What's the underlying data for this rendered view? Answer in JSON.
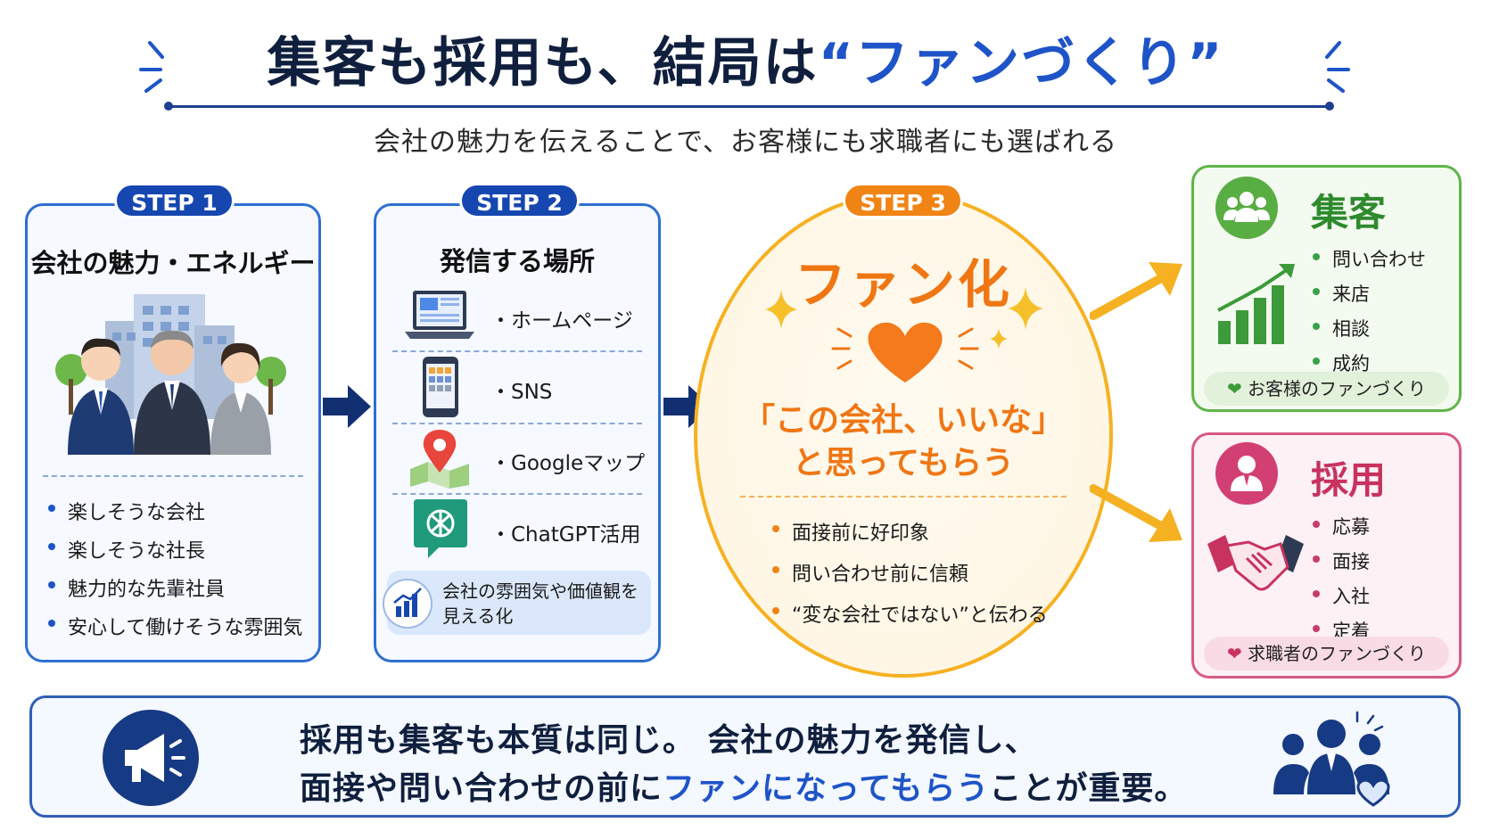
{
  "header": {
    "title_main": "集客も採用も、結局は",
    "title_accent": "“ファンづくり”",
    "subtitle": "会社の魅力を伝えることで、お客様にも求職者にも選ばれる"
  },
  "step1": {
    "badge": "STEP 1",
    "title": "会社の魅力・エネルギー",
    "bullets": [
      "楽しそうな会社",
      "楽しそうな社長",
      "魅力的な先輩社員",
      "安心して働けそうな雰囲気"
    ]
  },
  "step2": {
    "badge": "STEP 2",
    "title": "発信する場所",
    "sources": [
      {
        "label": "・ホームページ",
        "icon": "laptop-icon"
      },
      {
        "label": "・SNS",
        "icon": "smartphone-icon"
      },
      {
        "label": "・Googleマップ",
        "icon": "map-pin-icon"
      },
      {
        "label": "・ChatGPT活用",
        "icon": "chatgpt-icon"
      }
    ],
    "note_line1": "会社の雰囲気や価値観を",
    "note_line2": "見える化"
  },
  "step3": {
    "badge": "STEP 3",
    "title": "ファン化",
    "quote_line1": "「この会社、いいな」",
    "quote_line2": "と思ってもらう",
    "bullets": [
      "面接前に好印象",
      "問い合わせ前に信頼",
      "“変な会社ではない”と伝わる"
    ]
  },
  "result_customers": {
    "title": "集客",
    "bullets": [
      "問い合わせ",
      "来店",
      "相談",
      "成約"
    ],
    "tag": "お客様のファンづくり"
  },
  "result_hiring": {
    "title": "採用",
    "bullets": [
      "応募",
      "面接",
      "入社",
      "定着"
    ],
    "tag": "求職者のファンづくり"
  },
  "bottom": {
    "line1": "採用も集客も本質は同じ。 会社の魅力を発信し、",
    "line2_pre": "面接や問い合わせの前に",
    "line2_accent": "ファンになってもらう",
    "line2_post": "ことが重要。"
  },
  "colors": {
    "navy": "#0f1f3d",
    "blue": "#1e54c8",
    "orange": "#f08414",
    "green": "#3aa04a",
    "pink": "#c63d6b"
  }
}
